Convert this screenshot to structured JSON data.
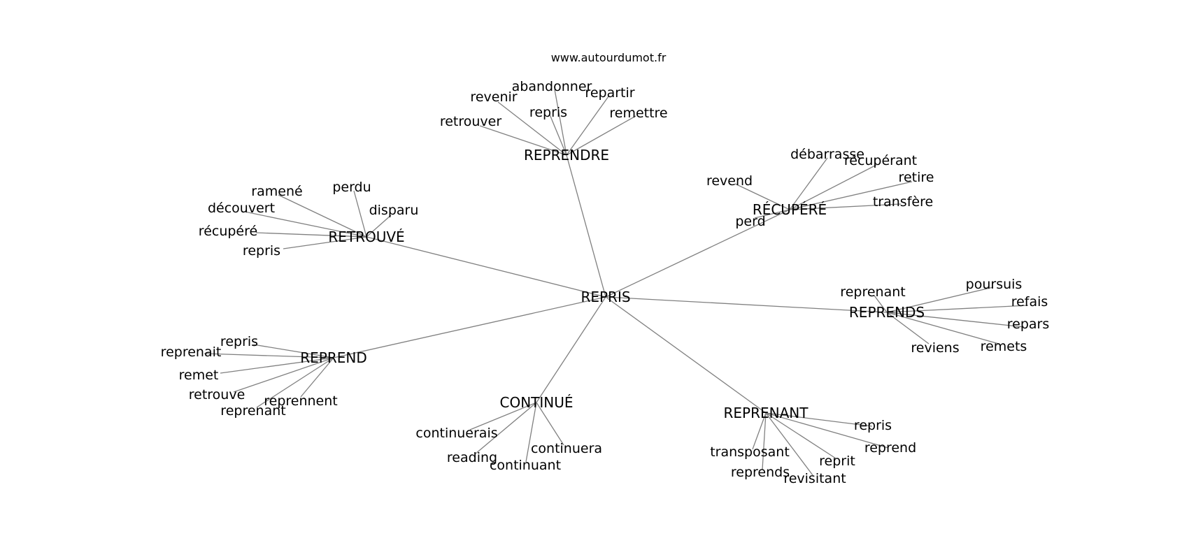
{
  "site": "www.autourdumot.fr",
  "root": "REPRIS",
  "clusters": [
    {
      "hub": "REPRENDRE",
      "words": [
        "abandonner",
        "revenir",
        "repartir",
        "repris",
        "remettre",
        "retrouver"
      ]
    },
    {
      "hub": "RETROUVÉ",
      "words": [
        "ramené",
        "perdu",
        "disparu",
        "découvert",
        "récupéré",
        "repris"
      ]
    },
    {
      "hub": "RÉCUPÉRÉ",
      "words": [
        "débarrasse",
        "récupérant",
        "revend",
        "retire",
        "transfère",
        "perd"
      ]
    },
    {
      "hub": "REPRENDS",
      "words": [
        "reprenant",
        "poursuis",
        "refais",
        "repars",
        "reviens",
        "remets"
      ]
    },
    {
      "hub": "REPREND",
      "words": [
        "repris",
        "reprenait",
        "remet",
        "retrouve",
        "reprennent",
        "reprenant"
      ]
    },
    {
      "hub": "CONTINUÉ",
      "words": [
        "continuerais",
        "continuera",
        "reading",
        "continuant"
      ]
    },
    {
      "hub": "REPRENANT",
      "words": [
        "repris",
        "reprend",
        "transposant",
        "reprit",
        "reprends",
        "revisitant"
      ]
    }
  ]
}
